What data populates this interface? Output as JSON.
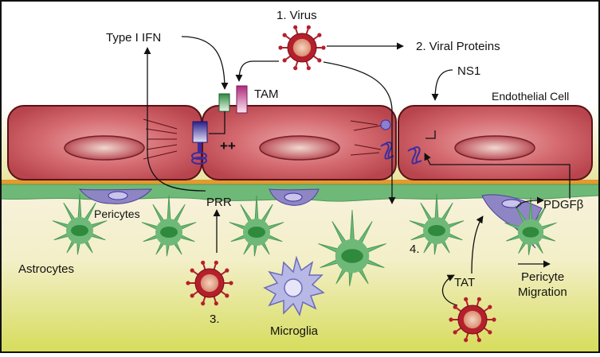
{
  "labels": {
    "virus": "1.  Virus",
    "viral_proteins": "2.  Viral Proteins",
    "type_i_ifn": "Type I IFN",
    "ns1": "NS1",
    "tam": "TAM",
    "endothelial_cell": "Endothelial Cell",
    "plus_plus": "++",
    "pericytes": "Pericytes",
    "prr": "PRR",
    "pdgfb": "PDGFβ",
    "astrocytes": "Astrocytes",
    "step3": "3.",
    "step4": "4.",
    "tat": "TAT",
    "microglia": "Microglia",
    "pericyte_migration_line1": "Pericyte",
    "pericyte_migration_line2": "Migration"
  },
  "colors": {
    "background_top": "#ffffff",
    "brain_top": "#f7f2dd",
    "brain_bottom": "#d8de5e",
    "endothelial_fill": "#c9545c",
    "endothelial_light": "#ecaeb0",
    "endothelial_border": "#5a1218",
    "basement_membrane": "#e39a2e",
    "astrocyte": "#6fb978",
    "astrocyte_nucleus": "#2f8a3d",
    "pericyte": "#8e86c4",
    "virus_outer": "#b51f2b",
    "virus_inner": "#e8aa8e",
    "microglia": "#b7b8e6",
    "tam_green": "#3c9c4c",
    "tam_magenta": "#c33d8e",
    "prr_purple": "#3b2ca0"
  }
}
